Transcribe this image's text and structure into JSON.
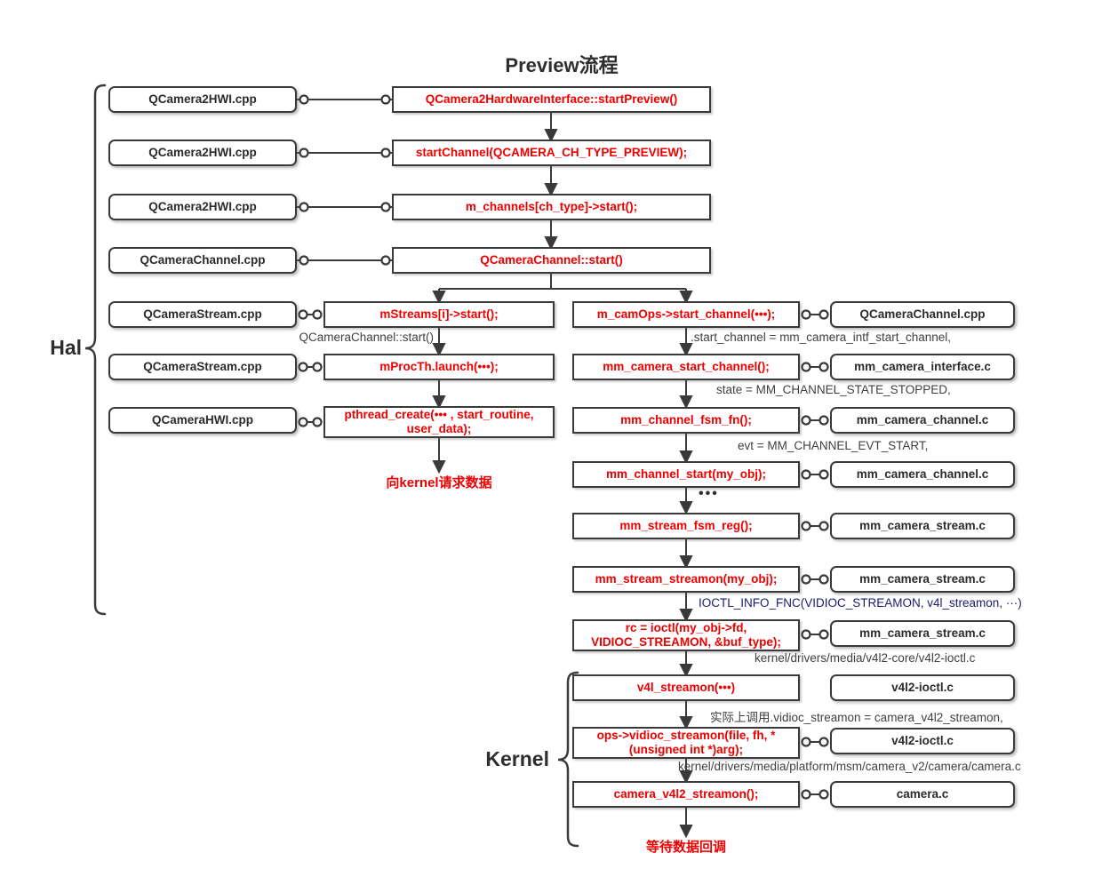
{
  "title": "Preview流程",
  "sections": {
    "hal": "Hal",
    "kernel": "Kernel"
  },
  "left_files": [
    "QCamera2HWI.cpp",
    "QCamera2HWI.cpp",
    "QCamera2HWI.cpp",
    "QCameraChannel.cpp",
    "QCameraStream.cpp",
    "QCameraStream.cpp",
    "QCameraHWI.cpp"
  ],
  "main_calls": [
    "QCamera2HardwareInterface::startPreview()",
    "startChannel(QCAMERA_CH_TYPE_PREVIEW);",
    "m_channels[ch_type]->start();",
    "QCameraChannel::start()"
  ],
  "hal_branch_calls": [
    "mStreams[i]->start();",
    "mProcTh.launch(•••);",
    "pthread_create(••• , start_routine, user_data);"
  ],
  "kernel_chain_calls": [
    "m_camOps->start_channel(•••);",
    "mm_camera_start_channel();",
    "mm_channel_fsm_fn();",
    "mm_channel_start(my_obj);",
    "mm_stream_fsm_reg();",
    "mm_stream_streamon(my_obj);",
    "rc = ioctl(my_obj->fd, VIDIOC_STREAMON, &buf_type);",
    "v4l_streamon(•••)",
    "ops->vidioc_streamon(file, fh, * (unsigned int *)arg);",
    "camera_v4l2_streamon();"
  ],
  "right_files": [
    "QCameraChannel.cpp",
    "mm_camera_interface.c",
    "mm_camera_channel.c",
    "mm_camera_channel.c",
    "mm_camera_stream.c",
    "mm_camera_stream.c",
    "mm_camera_stream.c",
    "v4l2-ioctl.c",
    "v4l2-ioctl.c",
    "camera.c"
  ],
  "edge_labels": {
    "left_origin": "QCameraChannel::start()",
    "start_channel_assign": ".start_channel = mm_camera_intf_start_channel,",
    "state": "state = MM_CHANNEL_STATE_STOPPED,",
    "evt": "evt = MM_CHANNEL_EVT_START,",
    "ellipsis": "•••",
    "ioctl_info_fnc": "IOCTL_INFO_FNC(VIDIOC_STREAMON, v4l_streamon, ···)",
    "v4l2_ioctl_path": "kernel/drivers/media/v4l2-core/v4l2-ioctl.c",
    "actual_call": "实际上调用.vidioc_streamon =  camera_v4l2_streamon,",
    "camera_c_path": "kernel/drivers/media/platform/msm/camera_v2/camera/camera.c"
  },
  "notes": {
    "request_kernel": "向kernel请求数据",
    "wait_callback": "等待数据回调"
  },
  "colors": {
    "call_text": "#ee0000",
    "info_label": "#1b1b70",
    "edge_label": "#3f3f3f",
    "box_border": "#3a3a3a"
  }
}
